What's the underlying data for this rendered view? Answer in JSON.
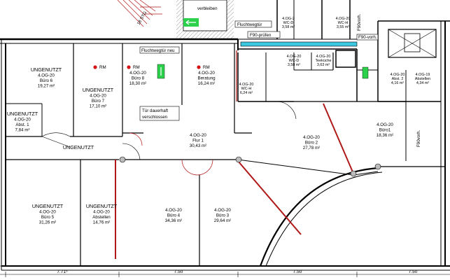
{
  "rooms": [
    {
      "id": "buero6",
      "lines": [
        "UNGENUTZT",
        "4.OG-20",
        "Büro 6",
        "19,27 m²"
      ]
    },
    {
      "id": "buero7",
      "lines": [
        "UNGENUTZT",
        "4.OG-20",
        "Büro 7",
        "17,10 m²"
      ]
    },
    {
      "id": "buero8",
      "lines": [
        "4.OG-20",
        "Büro 8",
        "18,30 m²"
      ]
    },
    {
      "id": "beratung",
      "lines": [
        "4.OG-20",
        "Beratung",
        "16,24 m²"
      ]
    },
    {
      "id": "abst1",
      "lines": [
        "UNGENUTZT",
        "4.OG-20",
        "Abst. 1",
        "7,84 m²"
      ]
    },
    {
      "id": "flur",
      "lines": [
        "4.OG-20",
        "Flur 1",
        "30,43 m²"
      ]
    },
    {
      "id": "buero2",
      "lines": [
        "4.OG-20",
        "Büro 2",
        "27,78 m²"
      ]
    },
    {
      "id": "buero1",
      "lines": [
        "4.OG-20",
        "Büro1",
        "18,36 m²"
      ]
    },
    {
      "id": "buero5",
      "lines": [
        "UNGENUTZT",
        "4.OG-20",
        "Büro 5",
        "31,26 m²"
      ]
    },
    {
      "id": "abstellen",
      "lines": [
        "UNGENUTZT",
        "4.OG-20",
        "Abstellen",
        "14,76 m²"
      ]
    },
    {
      "id": "buero4",
      "lines": [
        "4.OG-20",
        "Büro 4",
        "34,36 m²"
      ]
    },
    {
      "id": "buero3",
      "lines": [
        "4.OG-20",
        "Büro 3",
        "29,64 m²"
      ]
    },
    {
      "id": "wch",
      "lines": [
        "4.OG-20",
        "WC-H",
        "6,24 m²"
      ]
    },
    {
      "id": "wcd",
      "lines": [
        "4.OG-2",
        "WC-D",
        "3,58 m²"
      ]
    },
    {
      "id": "teekueche",
      "lines": [
        "4.OG-20",
        "Teeküche",
        "3,63 m²"
      ]
    },
    {
      "id": "wch2",
      "lines": [
        "4.OG-20",
        "WC-H",
        "3,55 m²"
      ]
    },
    {
      "id": "wcd2",
      "lines": [
        "4.OG-20",
        "WC-D",
        "3,58 m²"
      ]
    },
    {
      "id": "abst2",
      "lines": [
        "4.OG-20",
        "Abst. 2",
        "4,16 m²"
      ]
    },
    {
      "id": "abstellen19",
      "lines": [
        "4.OG-19",
        "Abstellen",
        "4,34 m²"
      ]
    }
  ],
  "corridor_label": "UNGENUTZT",
  "rm_label": "RM",
  "notes": {
    "fluchtwegtuer": "Fluchtwegtür",
    "f90_pruefen": "F90-prüfen",
    "fluchtwegtuer_neu": "Fluchtwegtür neu",
    "tuer_dauerhaft": "Tür dauerhaft",
    "verschlossen": "verschlossen",
    "f90_vorh": "F90-vorh.",
    "f90_vorh_short": "F90vorh.",
    "f90vorh_vert1": "F90vorh.",
    "f90vorh_vert2": "F90vorh.",
    "stair": "18 STG",
    "verbleiben": "verbleiben"
  },
  "dimensions": [
    "7.71⁵",
    "7.50",
    "7.50",
    "7.50"
  ],
  "colors": {
    "wall": "#000000",
    "red": "#b01818",
    "cyan": "#3cc8e0",
    "green": "#2bd14a",
    "rm": "#d41414",
    "hatch": "#8a8a8a"
  }
}
